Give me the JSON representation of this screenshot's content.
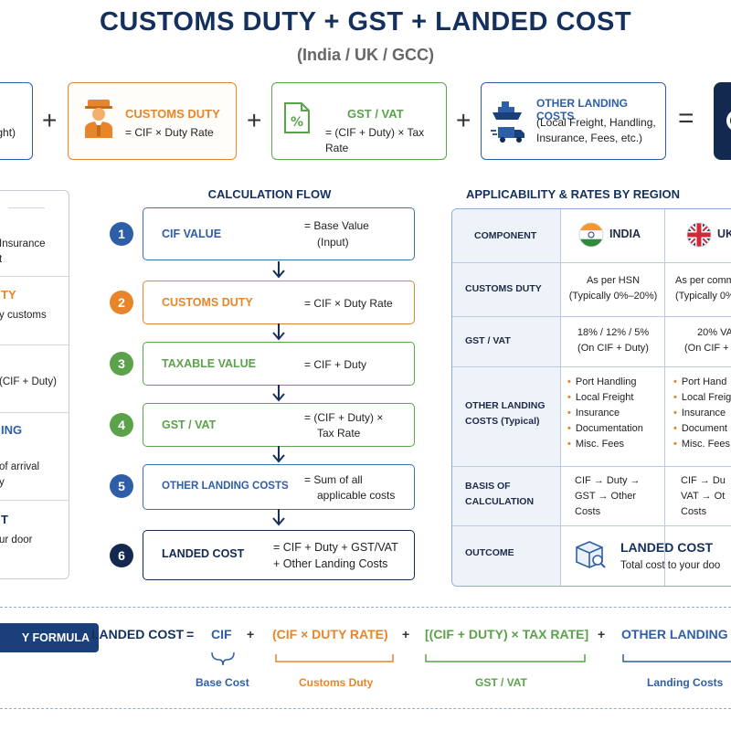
{
  "title": "CUSTOMS DUTY + GST + LANDED COST",
  "subtitle": "(India / UK / GCC)",
  "top_row": {
    "cif_partial_text": "eight)",
    "customs_duty": {
      "title": "CUSTOMS DUTY",
      "formula": "= CIF × Duty Rate"
    },
    "gst": {
      "title": "GST / VAT",
      "formula": "= (CIF + Duty) × Tax Rate"
    },
    "other": {
      "title": "OTHER LANDING COSTS",
      "line1": "(Local Freight, Handling,",
      "line2": "Insurance, Fees, etc.)"
    },
    "plus": "+",
    "equals": "="
  },
  "left_card": {
    "t1": "Insurance",
    "t2": "t",
    "h1": "TY",
    "t3": "y customs",
    "t4": "(CIF + Duty)",
    "h2": "ING",
    "t5": "of arrival",
    "t6": "y",
    "h3": "T",
    "t7": "ur door"
  },
  "flow": {
    "title": "CALCULATION FLOW",
    "steps": [
      {
        "num": "1",
        "label": "CIF VALUE",
        "value_line1": "= Base Value",
        "value_line2": "(Input)"
      },
      {
        "num": "2",
        "label": "CUSTOMS DUTY",
        "value_line1": "= CIF × Duty Rate",
        "value_line2": ""
      },
      {
        "num": "3",
        "label": "TAXABLE VALUE",
        "value_line1": "= CIF + Duty",
        "value_line2": ""
      },
      {
        "num": "4",
        "label": "GST / VAT",
        "value_line1": "= (CIF + Duty) ×",
        "value_line2": "Tax Rate"
      },
      {
        "num": "5",
        "label": "OTHER LANDING COSTS",
        "value_line1": "= Sum of all",
        "value_line2": "applicable costs"
      },
      {
        "num": "6",
        "label": "LANDED COST",
        "value_line1": "= CIF + Duty + GST/VAT",
        "value_line2": "+ Other Landing Costs"
      }
    ]
  },
  "table": {
    "title": "APPLICABILITY & RATES BY REGION",
    "header": {
      "component": "COMPONENT",
      "india": "INDIA",
      "uk": "UK"
    },
    "rows": {
      "duty": {
        "label": "CUSTOMS DUTY",
        "india_1": "As per HSN",
        "india_2": "(Typically 0%–20%)",
        "uk_1": "As per comm",
        "uk_2": "(Typically 0%"
      },
      "gst": {
        "label": "GST / VAT",
        "india_1": "18% / 12% / 5%",
        "india_2": "(On CIF + Duty)",
        "uk_1": "20% VA",
        "uk_2": "(On CIF + D"
      },
      "other": {
        "label_1": "OTHER LANDING",
        "label_2": "COSTS (Typical)",
        "india_items": [
          "Port Handling",
          "Local Freight",
          "Insurance",
          "Documentation",
          "Misc. Fees"
        ],
        "uk_items": [
          "Port Hand",
          "Local Freig",
          "Insurance",
          "Document",
          "Misc. Fees"
        ]
      },
      "basis": {
        "label_1": "BASIS OF",
        "label_2": "CALCULATION",
        "india_1": "CIF → Duty →",
        "india_2": "GST → Other",
        "india_3": "Costs",
        "uk_1": "CIF → Du",
        "uk_2": "VAT → Ot",
        "uk_3": "Costs"
      },
      "outcome": {
        "label": "OUTCOME",
        "title": "LANDED COST",
        "desc": "Total cost to your doo"
      }
    }
  },
  "formula": {
    "pill": "Y FORMULA",
    "landed": "LANDED COST",
    "eq": "=",
    "cif": "CIF",
    "plus": "+",
    "duty_open": "(CIF × ",
    "duty_rate": "DUTY RATE",
    "duty_close": ")",
    "gst_open": "[(CIF + DUTY) × ",
    "tax_rate": "TAX RATE",
    "gst_close": "]",
    "other": "OTHER LANDING CO",
    "sub_base": "Base Cost",
    "sub_duty": "Customs Duty",
    "sub_gst": "GST / VAT",
    "sub_landing": "Landing Costs"
  },
  "colors": {
    "navy": "#14305e",
    "blue": "#2f5ea8",
    "orange": "#e8852a",
    "green": "#5aa34a",
    "dark_navy": "#13294f"
  }
}
